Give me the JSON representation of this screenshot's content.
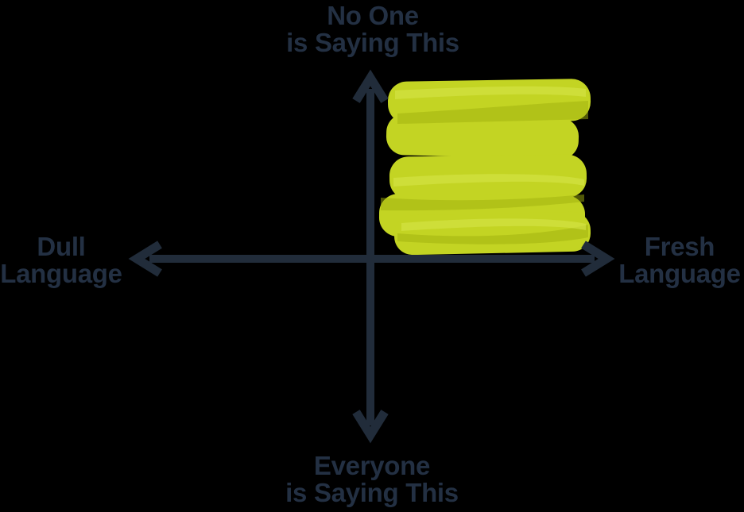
{
  "diagram": {
    "labels": {
      "top": {
        "line1": "No One",
        "line2": "is Saying This"
      },
      "bottom": {
        "line1": "Everyone",
        "line2": "is Saying This"
      },
      "left": {
        "line1": "Dull",
        "line2": "Language"
      },
      "right": {
        "line1": "Fresh",
        "line2": "Language"
      }
    },
    "axes": {
      "x_negative": "Dull Language",
      "x_positive": "Fresh Language",
      "y_positive": "No One is Saying This",
      "y_negative": "Everyone is Saying This"
    },
    "highlighted_quadrant": "top-right"
  },
  "colors": {
    "background": "#000000",
    "axis": "#212c3a",
    "text": "#233043",
    "highlight": "#c3d423",
    "highlight_dark": "#9fb00e",
    "highlight_light": "#d6e448"
  }
}
